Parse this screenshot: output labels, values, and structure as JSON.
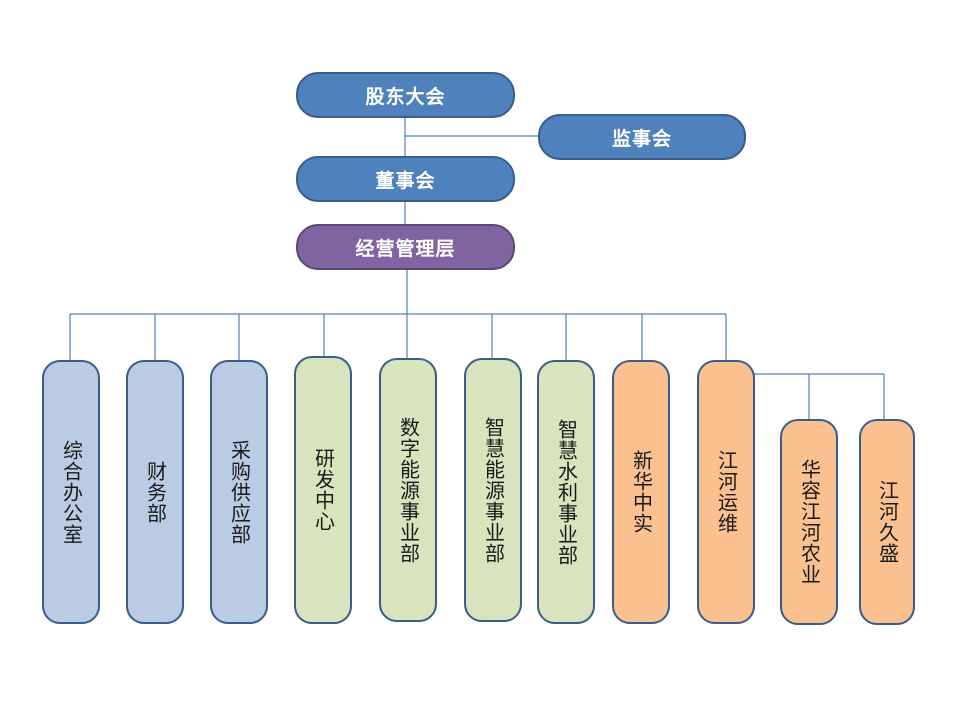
{
  "top": {
    "shareholders": "股东大会",
    "supervisors": "监事会",
    "board": "董事会",
    "management": "经营管理层"
  },
  "departments": [
    {
      "label": "综合办公室",
      "style": "lblue"
    },
    {
      "label": "财务部",
      "style": "lblue"
    },
    {
      "label": "采购供应部",
      "style": "lblue"
    },
    {
      "label": "研发中心",
      "style": "lgreen"
    },
    {
      "label": "数字能源事业部",
      "style": "lgreen"
    },
    {
      "label": "智慧能源事业部",
      "style": "lgreen"
    },
    {
      "label": "智慧水利事业部",
      "style": "lgreen"
    },
    {
      "label": "新华中实",
      "style": "orange"
    },
    {
      "label": "江河运维",
      "style": "orange"
    }
  ],
  "subsidiaries": [
    {
      "label": "华容江河农业",
      "style": "orange"
    },
    {
      "label": "江河久盛",
      "style": "orange"
    }
  ],
  "colors": {
    "dark_blue": "#4f81bd",
    "purple": "#8064a2",
    "light_blue": "#b9cce4",
    "light_green": "#d7e4bd",
    "orange": "#fac090",
    "line": "#4f81bd"
  }
}
